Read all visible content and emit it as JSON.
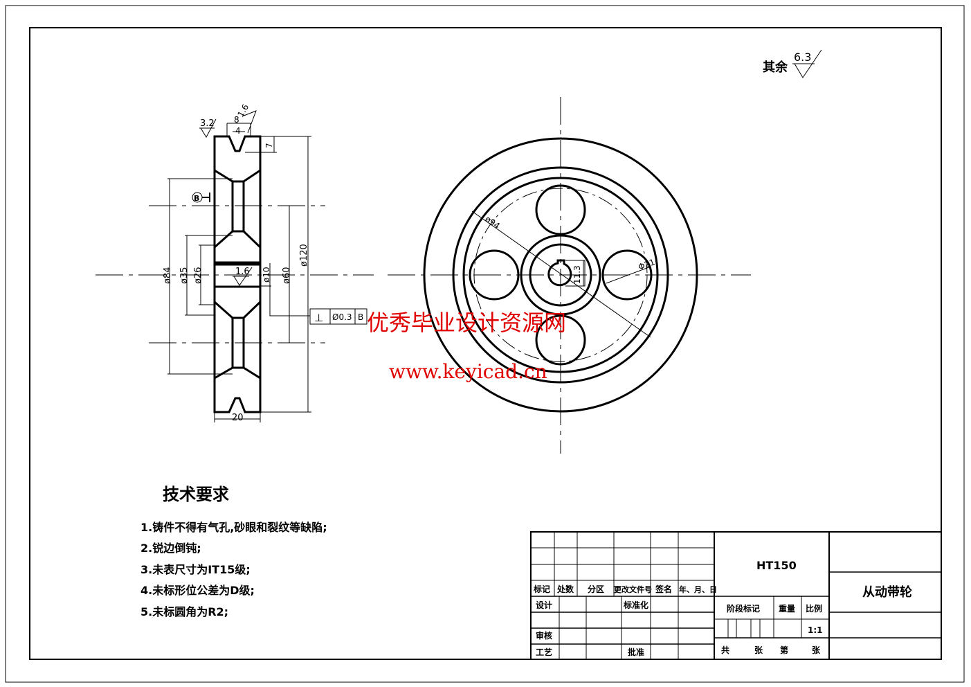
{
  "roughness": {
    "other_label": "其余",
    "other_value": "6.3",
    "groove_top": "3.2",
    "groove_side": "1.6",
    "bore": "1.6"
  },
  "left_view": {
    "dims": {
      "d84": "ø84",
      "d35": "ø35",
      "d26": "ø26",
      "d10": "ø10",
      "d60": "ø60",
      "d120": "ø120",
      "w20": "20",
      "w8": "8",
      "w4": "4",
      "h7": "7"
    },
    "datum": "B",
    "tolerance": {
      "symbol": "⊥",
      "value": "Ø0.3",
      "datum": "B"
    }
  },
  "right_view": {
    "dims": {
      "d94": "ø94",
      "d21": "Φ21",
      "key": "11.3"
    }
  },
  "watermark": {
    "line1": "优秀毕业设计资源网",
    "line2": "www.keyicad.cn"
  },
  "tech_requirements": {
    "title": "技术要求",
    "items": [
      "1.铸件不得有气孔,砂眼和裂纹等缺陷;",
      "2.锐边倒钝;",
      "3.未表尺寸为IT15级;",
      "4.未标形位公差为D级;",
      "5.未标圆角为R2;"
    ]
  },
  "title_block": {
    "headers": [
      "标记",
      "处数",
      "分区",
      "更改文件号",
      "签名",
      "年、月、日"
    ],
    "design": "设计",
    "standardize": "标准化",
    "review": "审核",
    "process": "工艺",
    "approve": "批准",
    "material": "HT150",
    "stage_mark": "阶段标记",
    "weight": "重量",
    "scale_label": "比例",
    "scale": "1:1",
    "total": "共",
    "sheets": "张",
    "sheet_no": "第",
    "sheets2": "张",
    "part_name": "从动带轮"
  }
}
